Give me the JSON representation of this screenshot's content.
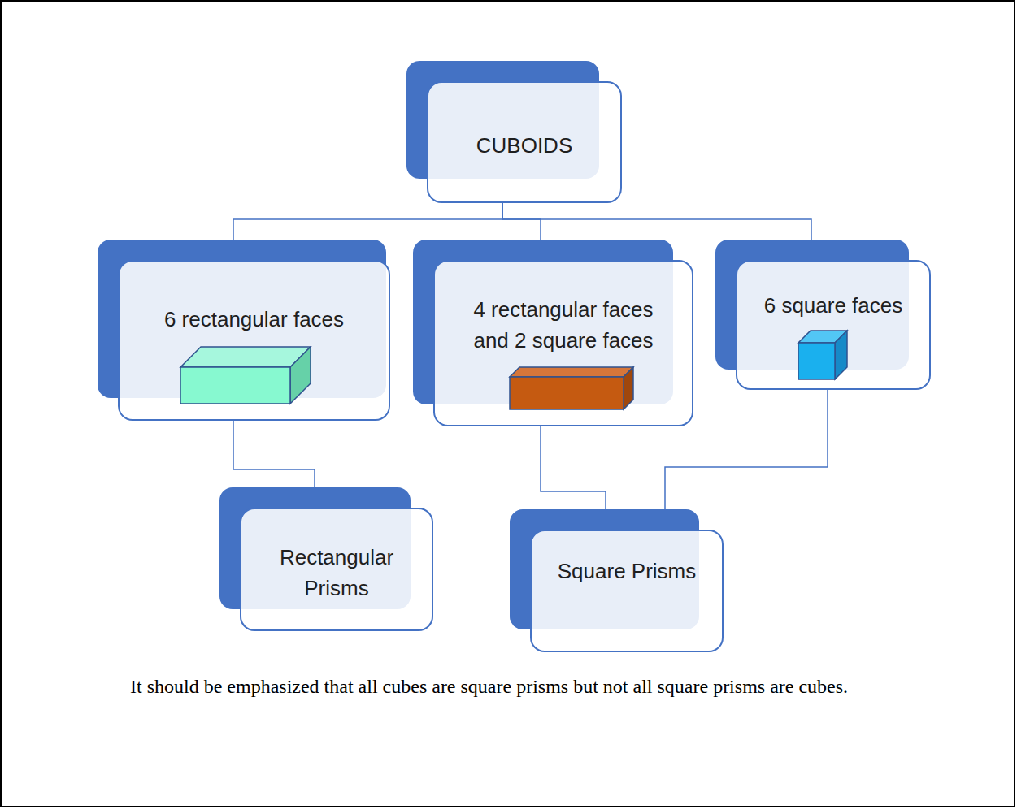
{
  "diagram": {
    "caption": "It should be emphasized that all cubes are square prisms but not all square prisms are cubes.",
    "nodes": [
      {
        "text": [
          "CUBOIDS"
        ]
      },
      {
        "text": [
          "6 rectangular faces"
        ]
      },
      {
        "text": [
          "4 rectangular faces and 2 square faces"
        ]
      },
      {
        "text": [
          "6 square faces"
        ]
      },
      {
        "text": [
          "Rectangular Prisms"
        ]
      },
      {
        "text": [
          "Square Prisms"
        ]
      }
    ],
    "edges": [
      {
        "from": 0,
        "to": 1,
        "arrow": "none"
      },
      {
        "from": 0,
        "to": 2,
        "arrow": "none"
      },
      {
        "from": 0,
        "to": 3,
        "arrow": "none"
      },
      {
        "from": 1,
        "to": 4,
        "arrow": "none"
      },
      {
        "from": 2,
        "to": 5,
        "arrow": "none"
      },
      {
        "from": 3,
        "to": 5,
        "arrow": "none"
      }
    ]
  }
}
